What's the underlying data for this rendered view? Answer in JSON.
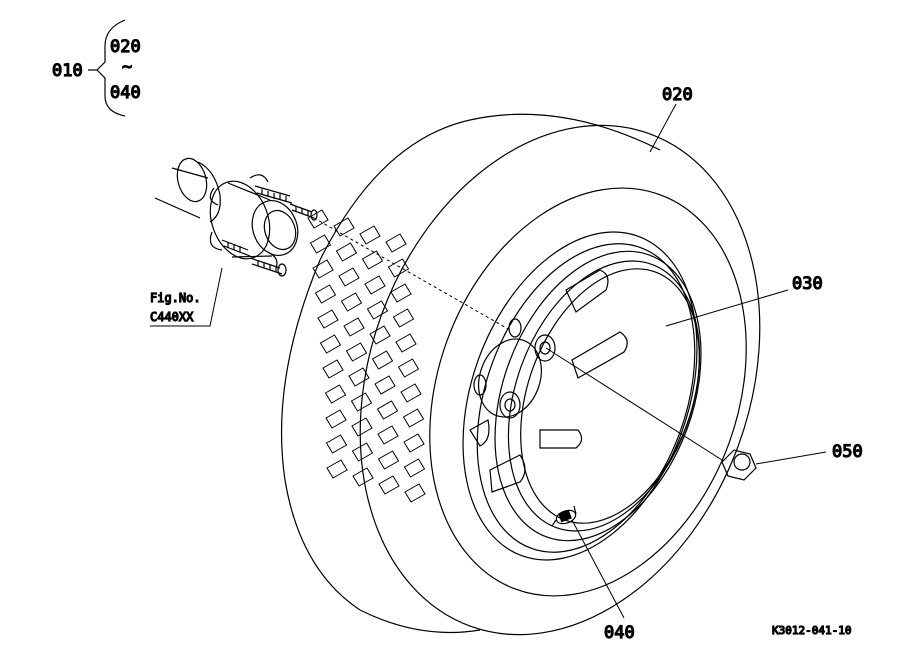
{
  "group": {
    "parent": "010",
    "range_start": "020",
    "range_sep": "~",
    "range_end": "040"
  },
  "callouts": {
    "tire": "020",
    "rim": "030",
    "nut": "050",
    "valve": "040"
  },
  "fig_ref": {
    "line1": "Fig.No.",
    "line2": "C440XX"
  },
  "drawing_code": "K3012-041-10",
  "colors": {
    "ink": "#000000",
    "paper": "#ffffff"
  }
}
